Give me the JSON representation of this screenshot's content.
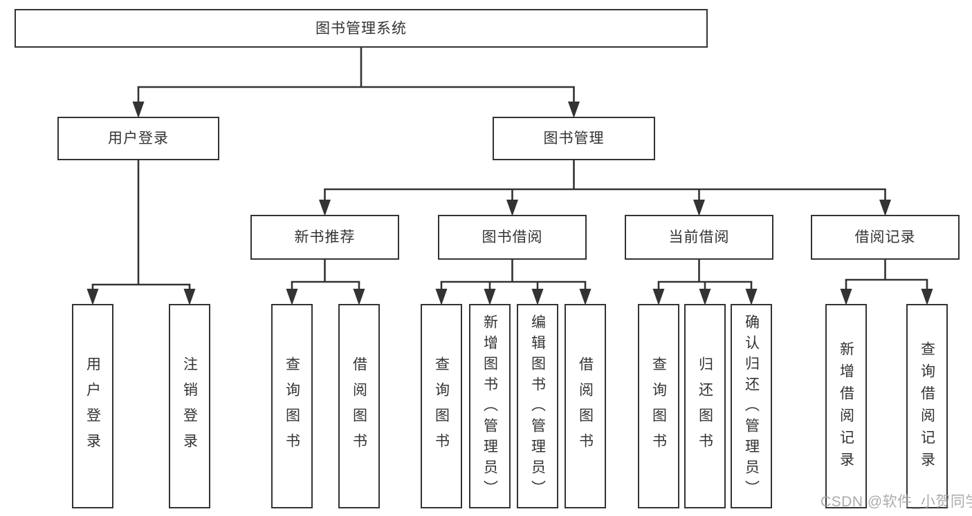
{
  "tree": {
    "id": "root",
    "label": "图书管理系统",
    "children": [
      {
        "id": "user-login",
        "label": "用户登录",
        "children": [
          {
            "id": "leaf-user-login",
            "label": "用户登录"
          },
          {
            "id": "leaf-logout",
            "label": "注销登录"
          }
        ]
      },
      {
        "id": "book-mgmt",
        "label": "图书管理",
        "children": [
          {
            "id": "new-books",
            "label": "新书推荐",
            "children": [
              {
                "id": "nb-query",
                "label": "查询图书"
              },
              {
                "id": "nb-borrow",
                "label": "借阅图书"
              }
            ]
          },
          {
            "id": "borrowing",
            "label": "图书借阅",
            "children": [
              {
                "id": "bw-query",
                "label": "查询图书"
              },
              {
                "id": "bw-add",
                "label": "新增图书（管理员）"
              },
              {
                "id": "bw-edit",
                "label": "编辑图书（管理员）"
              },
              {
                "id": "bw-borrow",
                "label": "借阅图书"
              }
            ]
          },
          {
            "id": "current",
            "label": "当前借阅",
            "children": [
              {
                "id": "cu-query",
                "label": "查询图书"
              },
              {
                "id": "cu-return",
                "label": "归还图书"
              },
              {
                "id": "cu-confirm",
                "label": "确认归还（管理员）"
              }
            ]
          },
          {
            "id": "records",
            "label": "借阅记录",
            "children": [
              {
                "id": "rc-add",
                "label": "新增借阅记录"
              },
              {
                "id": "rc-query",
                "label": "查询借阅记录"
              }
            ]
          }
        ]
      }
    ]
  },
  "watermark": "CSDN @软件_小贺同学",
  "colors": {
    "line": "#333333",
    "box_border": "#333333",
    "text": "#333333",
    "watermark": "#a3a3a3",
    "background": "#ffffff"
  }
}
